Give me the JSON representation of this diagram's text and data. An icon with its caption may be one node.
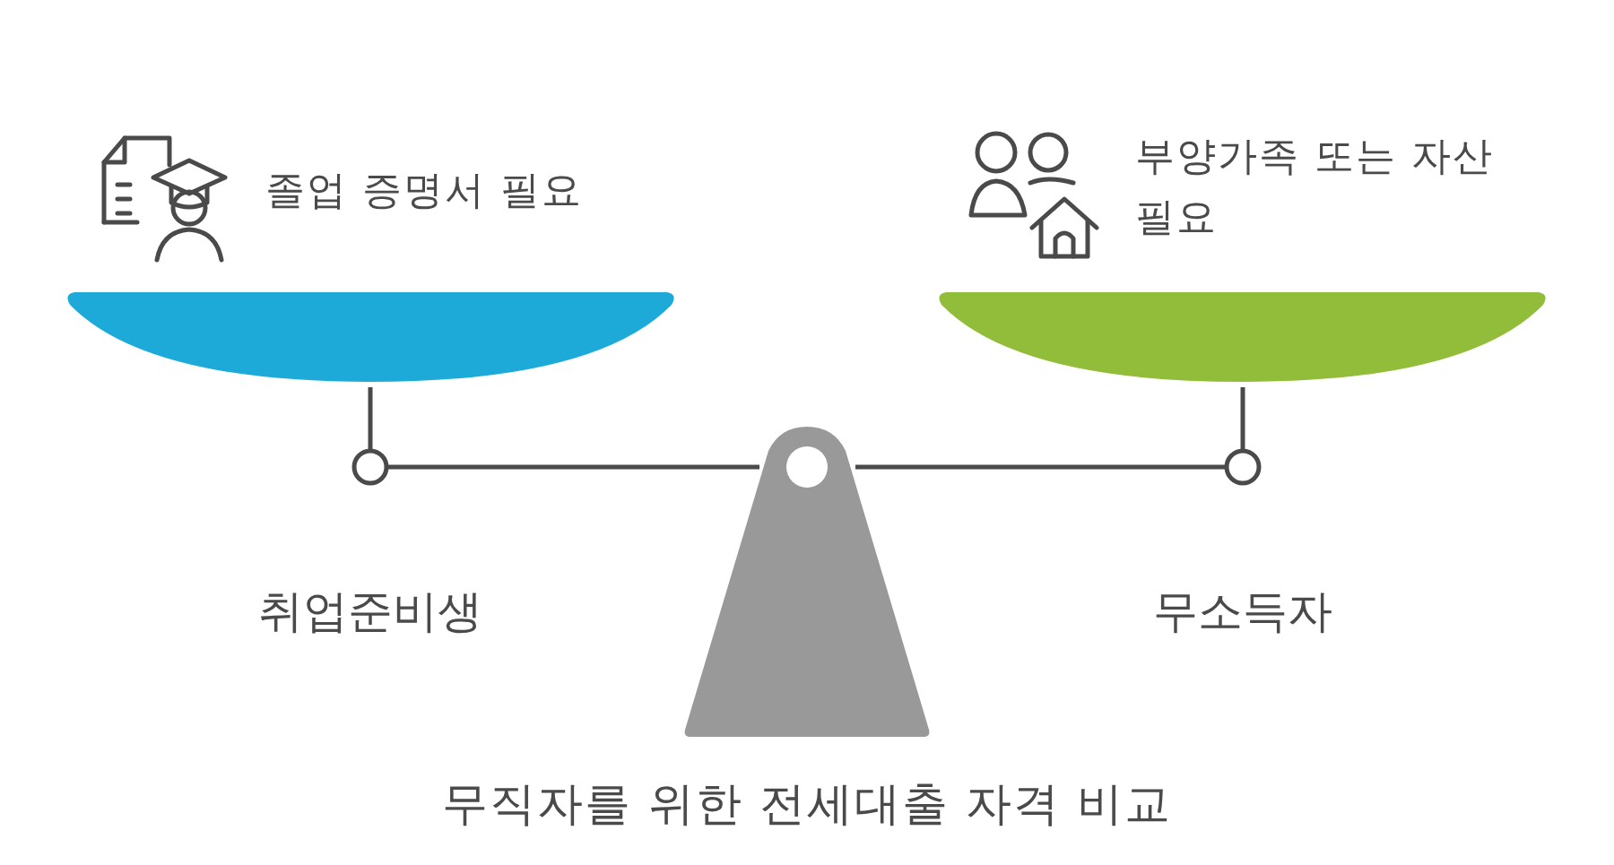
{
  "diagram": {
    "title": "무직자를 위한 전세대출 자격 비교",
    "nodes": [
      {
        "text": [
          "졸업 증명서 필요"
        ]
      },
      {
        "text": [
          "부양가족 또는 자산 필요"
        ]
      }
    ],
    "labels": [
      "취업준비생",
      "무소득자"
    ]
  }
}
